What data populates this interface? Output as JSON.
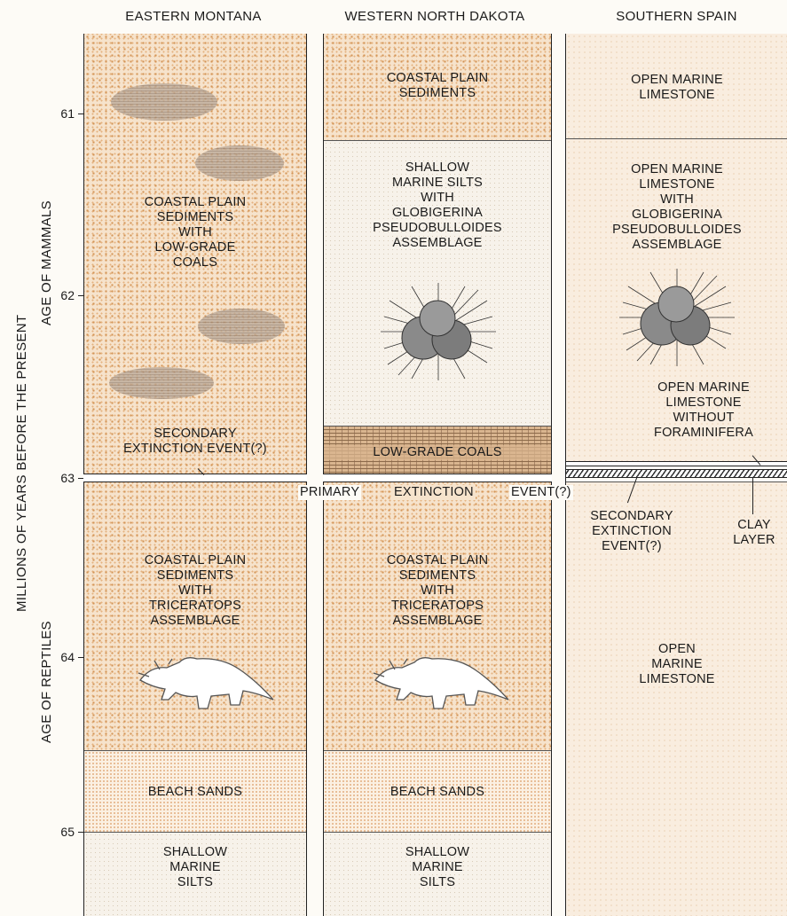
{
  "columns": {
    "eastern_montana": "EASTERN MONTANA",
    "western_north_dakota": "WESTERN NORTH DAKOTA",
    "southern_spain": "SOUTHERN SPAIN"
  },
  "axis": {
    "ticks": [
      "61",
      "62",
      "63",
      "64",
      "65"
    ],
    "title": "MILLIONS OF YEARS BEFORE THE PRESENT",
    "upper_label": "AGE OF MAMMALS",
    "lower_label": "AGE OF REPTILES"
  },
  "montana": {
    "coastal_upper": "COASTAL PLAIN\nSEDIMENTS\nWITH\nLOW-GRADE\nCOALS",
    "secondary_event": "SECONDARY\nEXTINCTION EVENT(?)",
    "coastal_lower": "COASTAL PLAIN\nSEDIMENTS\nWITH\nTRICERATOPS\nASSEMBLAGE",
    "beach": "BEACH SANDS",
    "silts": "SHALLOW\nMARINE\nSILTS"
  },
  "dakota": {
    "coastal_top": "COASTAL PLAIN\nSEDIMENTS",
    "shallow_marine": "SHALLOW\nMARINE SILTS\nWITH\nGLOBIGERINA\nPSEUDOBULLOIDES\nASSEMBLAGE",
    "coals": "LOW-GRADE COALS",
    "coastal_lower": "COASTAL PLAIN\nSEDIMENTS\nWITH\nTRICERATOPS\nASSEMBLAGE",
    "beach": "BEACH SANDS",
    "silts": "SHALLOW\nMARINE\nSILTS"
  },
  "spain": {
    "top": "OPEN MARINE\nLIMESTONE",
    "globigerina": "OPEN MARINE\nLIMESTONE\nWITH\nGLOBIGERINA\nPSEUDOBULLOIDES\nASSEMBLAGE",
    "without_foram": "OPEN MARINE\nLIMESTONE\nWITHOUT\nFORAMINIFERA",
    "secondary_event": "SECONDARY\nEXTINCTION\nEVENT(?)",
    "clay": "CLAY\nLAYER",
    "lower": "OPEN\nMARINE\nLIMESTONE"
  },
  "primary_event": {
    "word1": "PRIMARY",
    "word2": "EXTINCTION",
    "word3": "EVENT(?)"
  }
}
